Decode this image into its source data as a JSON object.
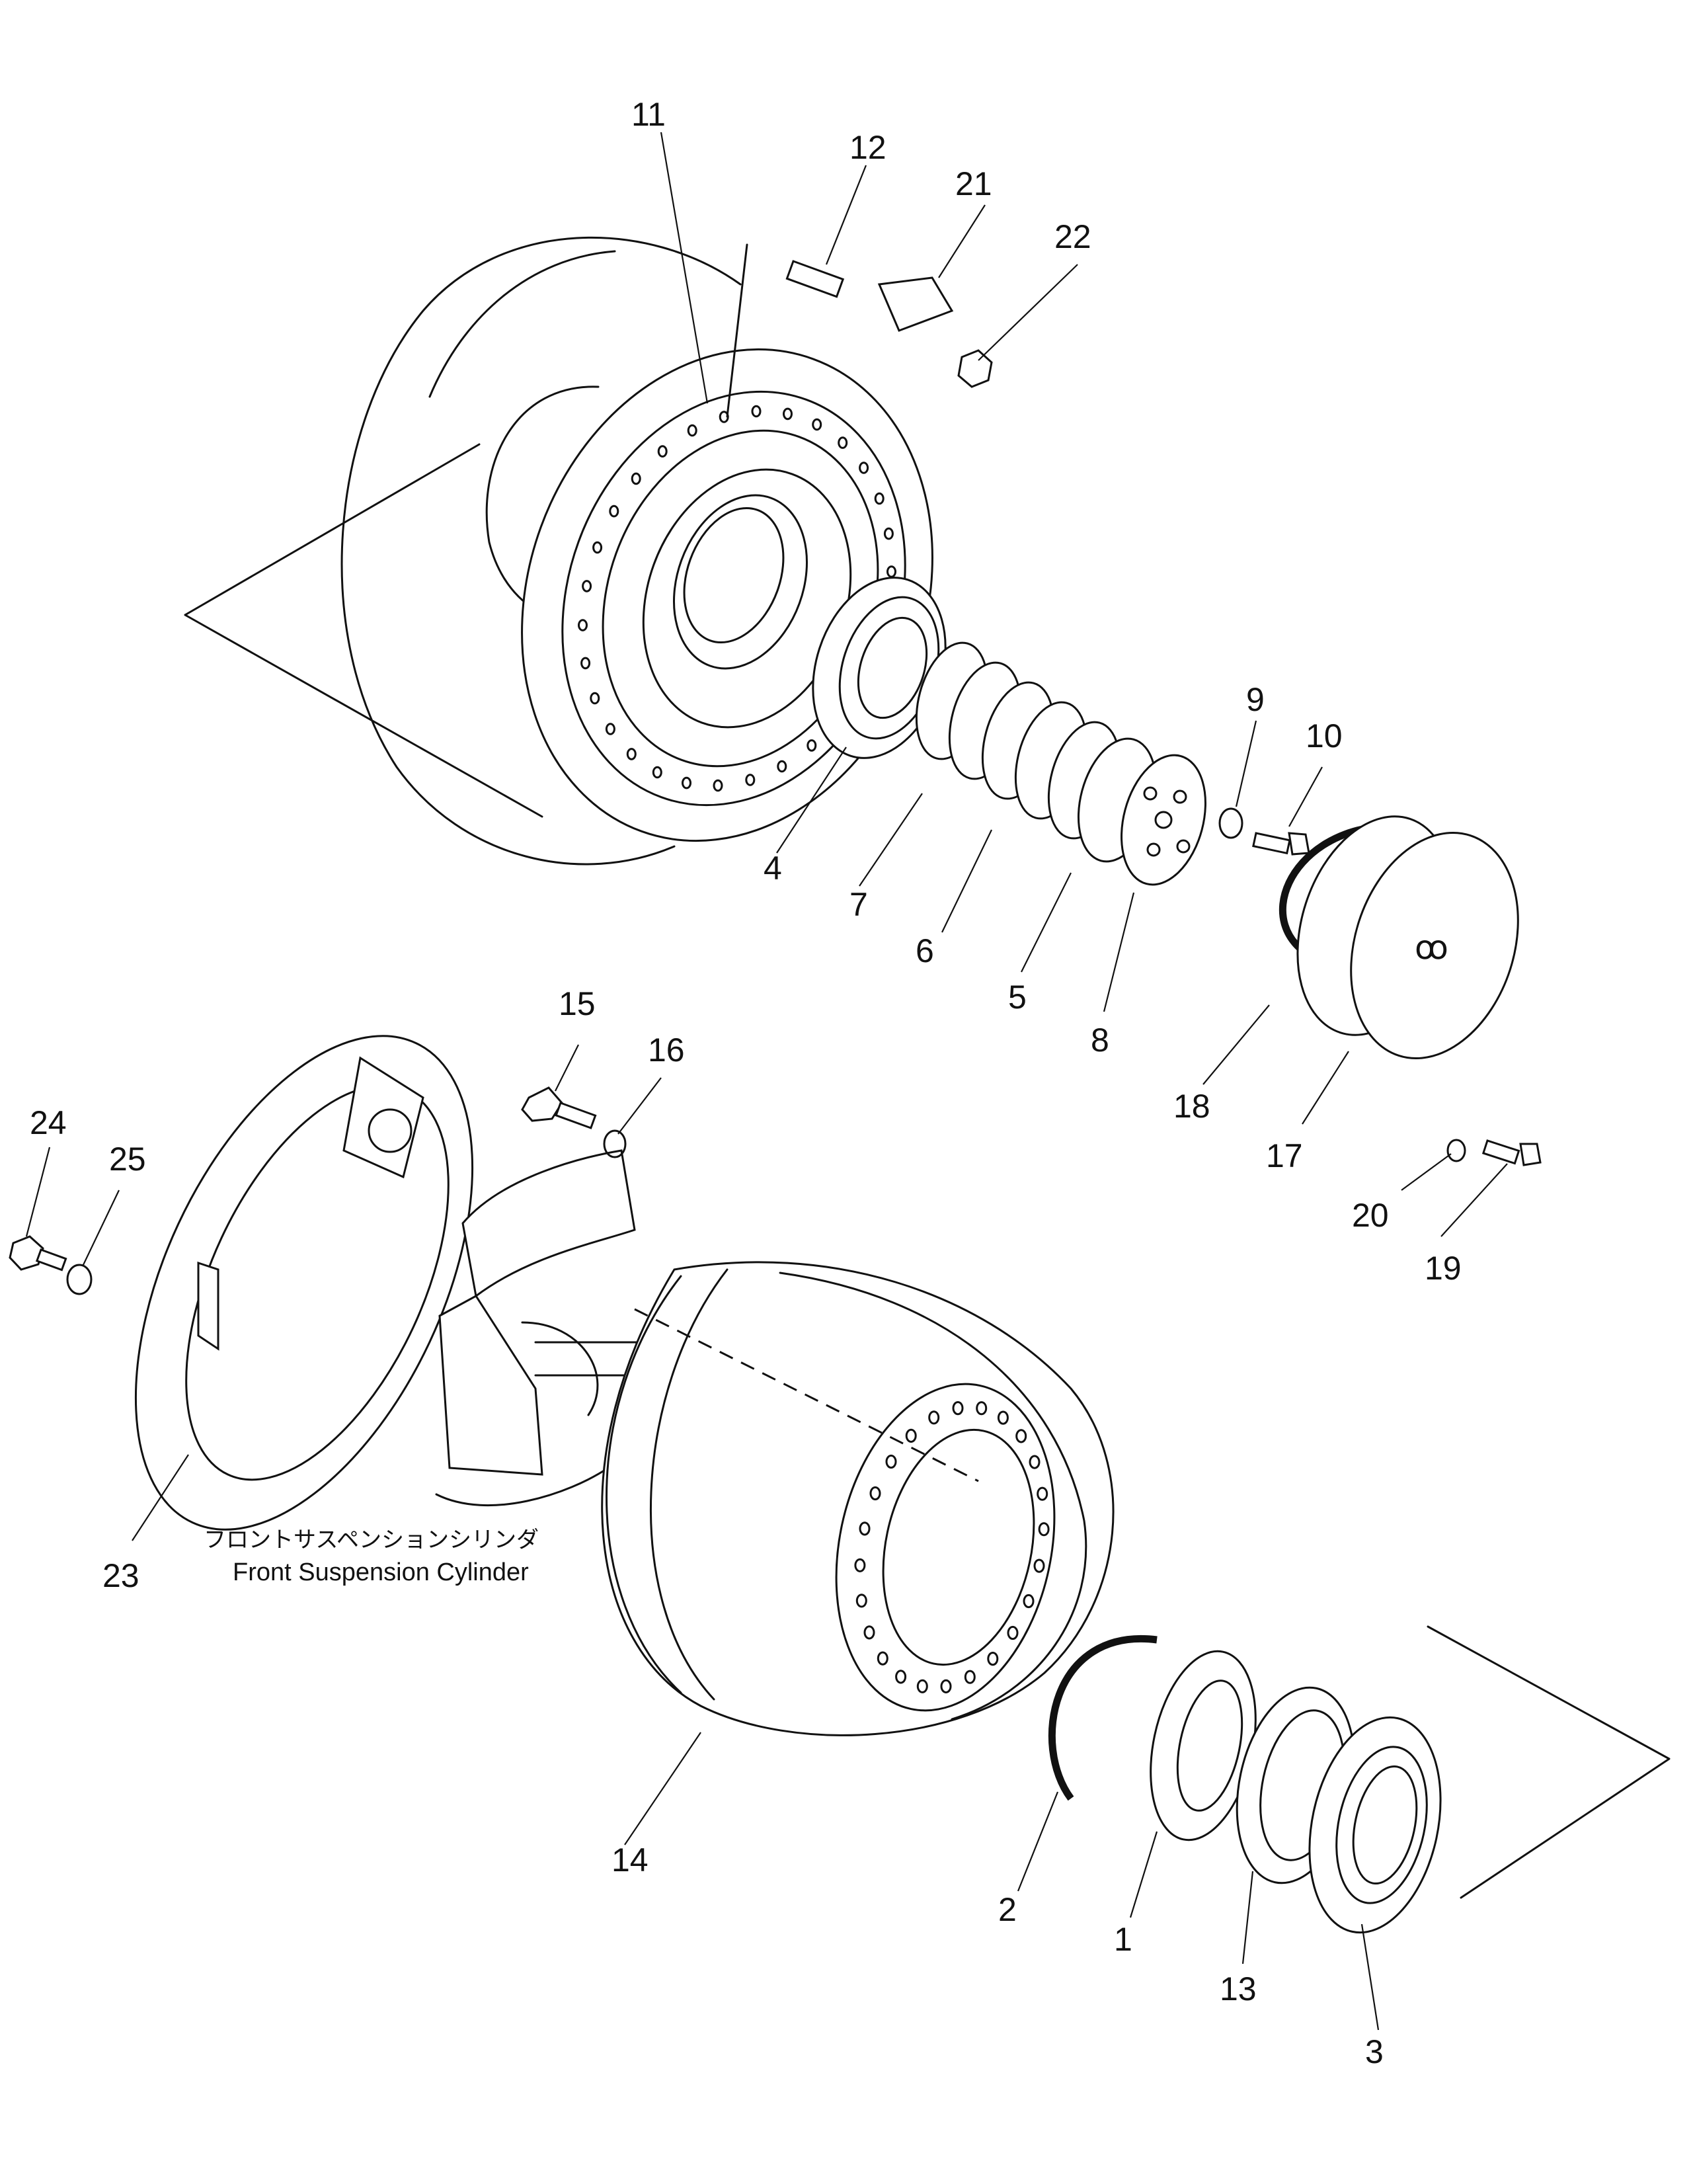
{
  "caption": {
    "jp": "フロントサスペンションシリンダ",
    "en": "Front Suspension Cylinder"
  },
  "labels": [
    {
      "id": "11",
      "text": "11"
    },
    {
      "id": "12",
      "text": "12"
    },
    {
      "id": "21",
      "text": "21"
    },
    {
      "id": "22",
      "text": "22"
    },
    {
      "id": "9",
      "text": "9"
    },
    {
      "id": "10",
      "text": "10"
    },
    {
      "id": "4",
      "text": "4"
    },
    {
      "id": "7",
      "text": "7"
    },
    {
      "id": "6",
      "text": "6"
    },
    {
      "id": "5",
      "text": "5"
    },
    {
      "id": "8",
      "text": "8"
    },
    {
      "id": "18",
      "text": "18"
    },
    {
      "id": "17",
      "text": "17"
    },
    {
      "id": "15",
      "text": "15"
    },
    {
      "id": "16",
      "text": "16"
    },
    {
      "id": "24",
      "text": "24"
    },
    {
      "id": "25",
      "text": "25"
    },
    {
      "id": "20",
      "text": "20"
    },
    {
      "id": "19",
      "text": "19"
    },
    {
      "id": "23",
      "text": "23"
    },
    {
      "id": "14",
      "text": "14"
    },
    {
      "id": "2",
      "text": "2"
    },
    {
      "id": "1",
      "text": "1"
    },
    {
      "id": "13",
      "text": "13"
    },
    {
      "id": "3",
      "text": "3"
    }
  ]
}
